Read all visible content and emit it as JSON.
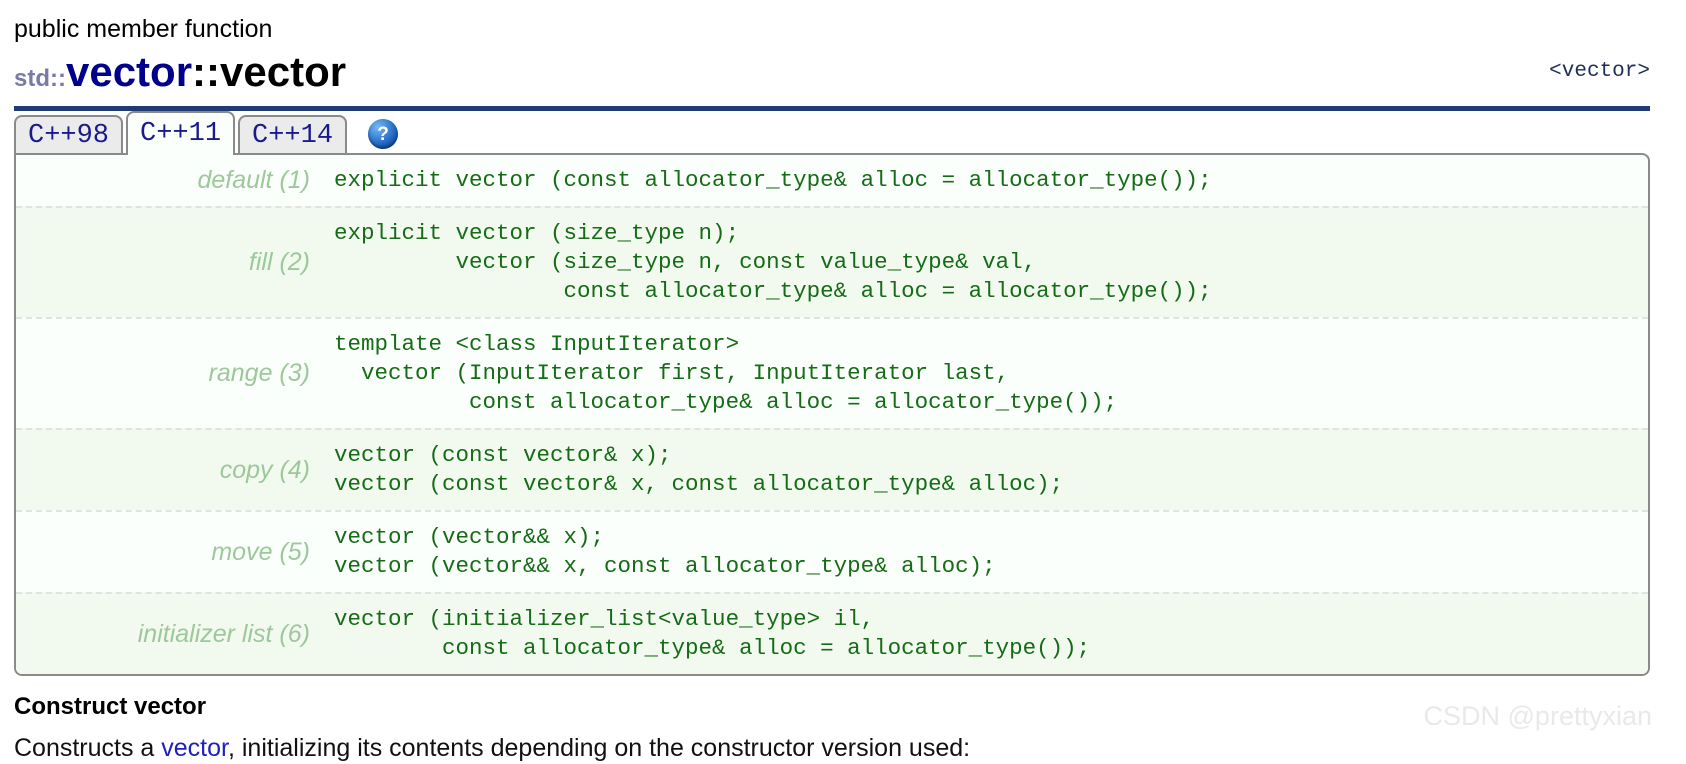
{
  "header": {
    "kind": "public member function",
    "title_namespace": "std::",
    "title_class": "vector",
    "title_separator": "::",
    "title_function": "vector",
    "include_header": "<vector>",
    "rule_color": "#1f3b73"
  },
  "tabs": {
    "items": [
      {
        "label": "C++98",
        "active": false
      },
      {
        "label": "C++11",
        "active": true
      },
      {
        "label": "C++14",
        "active": false
      }
    ],
    "help_icon": "help-circle-icon",
    "help_glyph": "?"
  },
  "prototypes": {
    "rows": [
      {
        "label": "default (1)",
        "code": "explicit vector (const allocator_type& alloc = allocator_type());"
      },
      {
        "label": "fill (2)",
        "code": "explicit vector (size_type n);\n         vector (size_type n, const value_type& val,\n                 const allocator_type& alloc = allocator_type());"
      },
      {
        "label": "range (3)",
        "code": "template <class InputIterator>\n  vector (InputIterator first, InputIterator last,\n          const allocator_type& alloc = allocator_type());"
      },
      {
        "label": "copy (4)",
        "code": "vector (const vector& x);\nvector (const vector& x, const allocator_type& alloc);"
      },
      {
        "label": "move (5)",
        "code": "vector (vector&& x);\nvector (vector&& x, const allocator_type& alloc);"
      },
      {
        "label": "initializer list (6)",
        "code": "vector (initializer_list<value_type> il,\n        const allocator_type& alloc = allocator_type());"
      }
    ]
  },
  "body": {
    "section_heading": "Construct vector",
    "description_before": "Constructs a ",
    "description_link": "vector",
    "description_after": ", initializing its contents depending on the constructor version used:"
  },
  "watermark": "CSDN @prettyxian",
  "colors": {
    "code_text": "#156b16",
    "label_text": "#9dc89a",
    "link": "#2020c0",
    "class_name": "#00008b",
    "namespace": "#7a7aa8",
    "rule": "#1f3b73",
    "panel_bg": "#fbfffb",
    "panel_alt_bg": "#f2faf0",
    "tab_text": "#1a1a8c"
  }
}
